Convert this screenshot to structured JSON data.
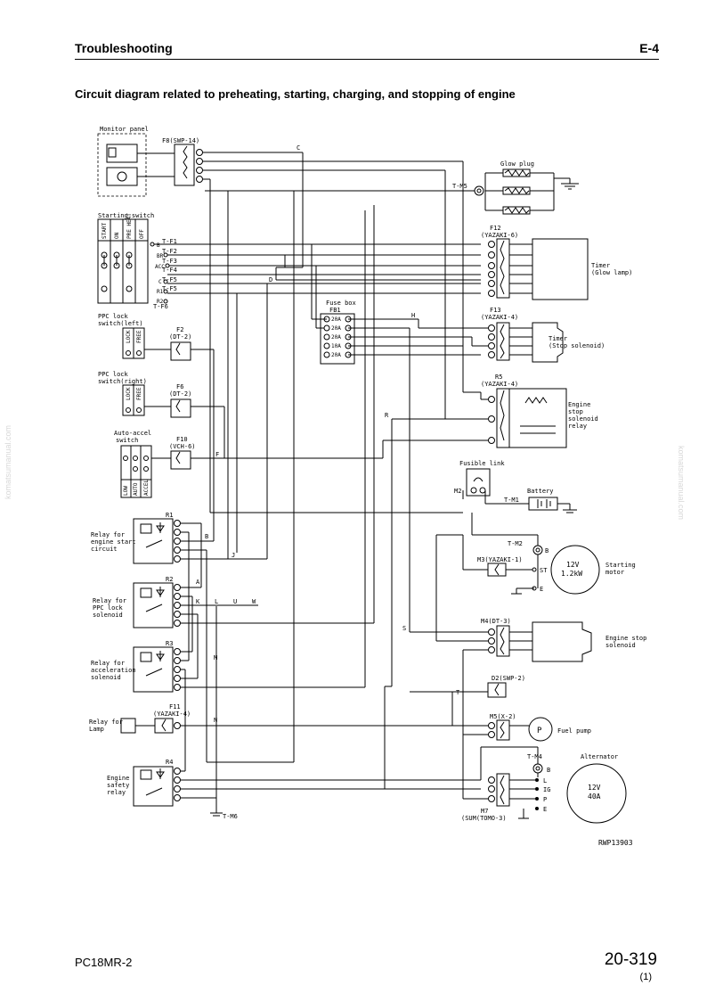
{
  "header": {
    "title": "Troubleshooting",
    "page_code": "E-4"
  },
  "section_title": "Circuit diagram related to preheating, starting, charging, and stopping of engine",
  "watermark": "komatsumanual.com",
  "footer": {
    "model": "PC18MR-2",
    "page": "20-319",
    "revision": "(1)"
  },
  "diagram": {
    "figure_id": "RWP13903",
    "components": {
      "monitor_panel": "Monitor panel",
      "f8": "F8(SWP-14)",
      "glow_plug": "Glow plug",
      "tm5": "T-M5",
      "starting_switch": "Starting switch",
      "switch_cols": [
        "START",
        "ON",
        "PRE HEAT",
        "OFF"
      ],
      "switch_terms": [
        "B",
        "BR",
        "ACC",
        "C",
        "R1",
        "R2"
      ],
      "tf_labels": [
        "T-F1",
        "T-F2",
        "T-F3",
        "T-F4",
        "T-F5",
        "T-F5",
        "T-F6"
      ],
      "f12": "F12",
      "f12_sub": "(YAZAKI-6)",
      "timer_glow_1": "Timer",
      "timer_glow_2": "(Glow lamp)",
      "fuse_box": "Fuse box",
      "fb1": "FB1",
      "fuse_rows": [
        "20A",
        "20A",
        "20A",
        "10A",
        "20A"
      ],
      "f13": "F13",
      "f13_sub": "(YAZAKI-4)",
      "timer_stop_1": "Timer",
      "timer_stop_2": "(Stop solenoid)",
      "r5": "R5",
      "r5_sub": "(YAZAKI-4)",
      "stop_relay_1": "Engine",
      "stop_relay_2": "stop",
      "stop_relay_3": "solenoid",
      "stop_relay_4": "relay",
      "ppc_left_1": "PPC lock",
      "ppc_left_2": "switch(left)",
      "ppc_right_1": "PPC lock",
      "ppc_right_2": "switch(right)",
      "lock_free": [
        "LOCK",
        "FREE"
      ],
      "f2": "F2",
      "f2_sub": "(DT-2)",
      "f6": "F6",
      "f6_sub": "(DT-2)",
      "auto_accel_1": "Auto-accel",
      "auto_accel_2": "switch",
      "auto_cols": [
        "LOW",
        "AUTO",
        "ACCEL"
      ],
      "f10": "F10",
      "f10_sub": "(VCH-6)",
      "fusible_link": "Fusible link",
      "m2": "M2",
      "battery": "Battery",
      "tm1": "T-M1",
      "tm2": "T-M2",
      "m3": "M3(YAZAKI-1)",
      "motor_spec_1": "12V",
      "motor_spec_2": "1.2kW",
      "starting_motor_1": "Starting",
      "starting_motor_2": "motor",
      "motor_terms": [
        "B",
        "ST",
        "E"
      ],
      "r1": "R1",
      "relay_start_1": "Relay for",
      "relay_start_2": "engine start",
      "relay_start_3": "circuit",
      "r2": "R2",
      "relay_ppc_1": "Relay for",
      "relay_ppc_2": "PPC lock",
      "relay_ppc_3": "solenoid",
      "r3": "R3",
      "relay_accel_1": "Relay for",
      "relay_accel_2": "acceleration",
      "relay_accel_3": "solenoid",
      "f11": "F11",
      "f11_sub": "(YAZAKI-4)",
      "relay_lamp_1": "Relay for",
      "relay_lamp_2": "Lamp",
      "r4": "R4",
      "relay_safety_1": "Engine",
      "relay_safety_2": "safety",
      "relay_safety_3": "relay",
      "tm6": "T-M6",
      "m4": "M4(DT-3)",
      "stop_solenoid_1": "Engine stop",
      "stop_solenoid_2": "solenoid",
      "d2": "D2(SWP-2)",
      "m5": "M5(X-2)",
      "fuel_pump": "Fuel pump",
      "pump_symbol": "P",
      "tm4": "T-M4",
      "alternator": "Alternator",
      "alt_spec_1": "12V",
      "alt_spec_2": "40A",
      "alt_terms": [
        "B",
        "L",
        "IG",
        "P",
        "E"
      ],
      "m7": "M7",
      "m7_sub": "(SUM(TOMO-3)"
    },
    "wire_labels": [
      "C",
      "D",
      "H",
      "R",
      "F",
      "B",
      "J",
      "A",
      "K",
      "L",
      "U",
      "W",
      "M",
      "N",
      "S",
      "T"
    ]
  }
}
